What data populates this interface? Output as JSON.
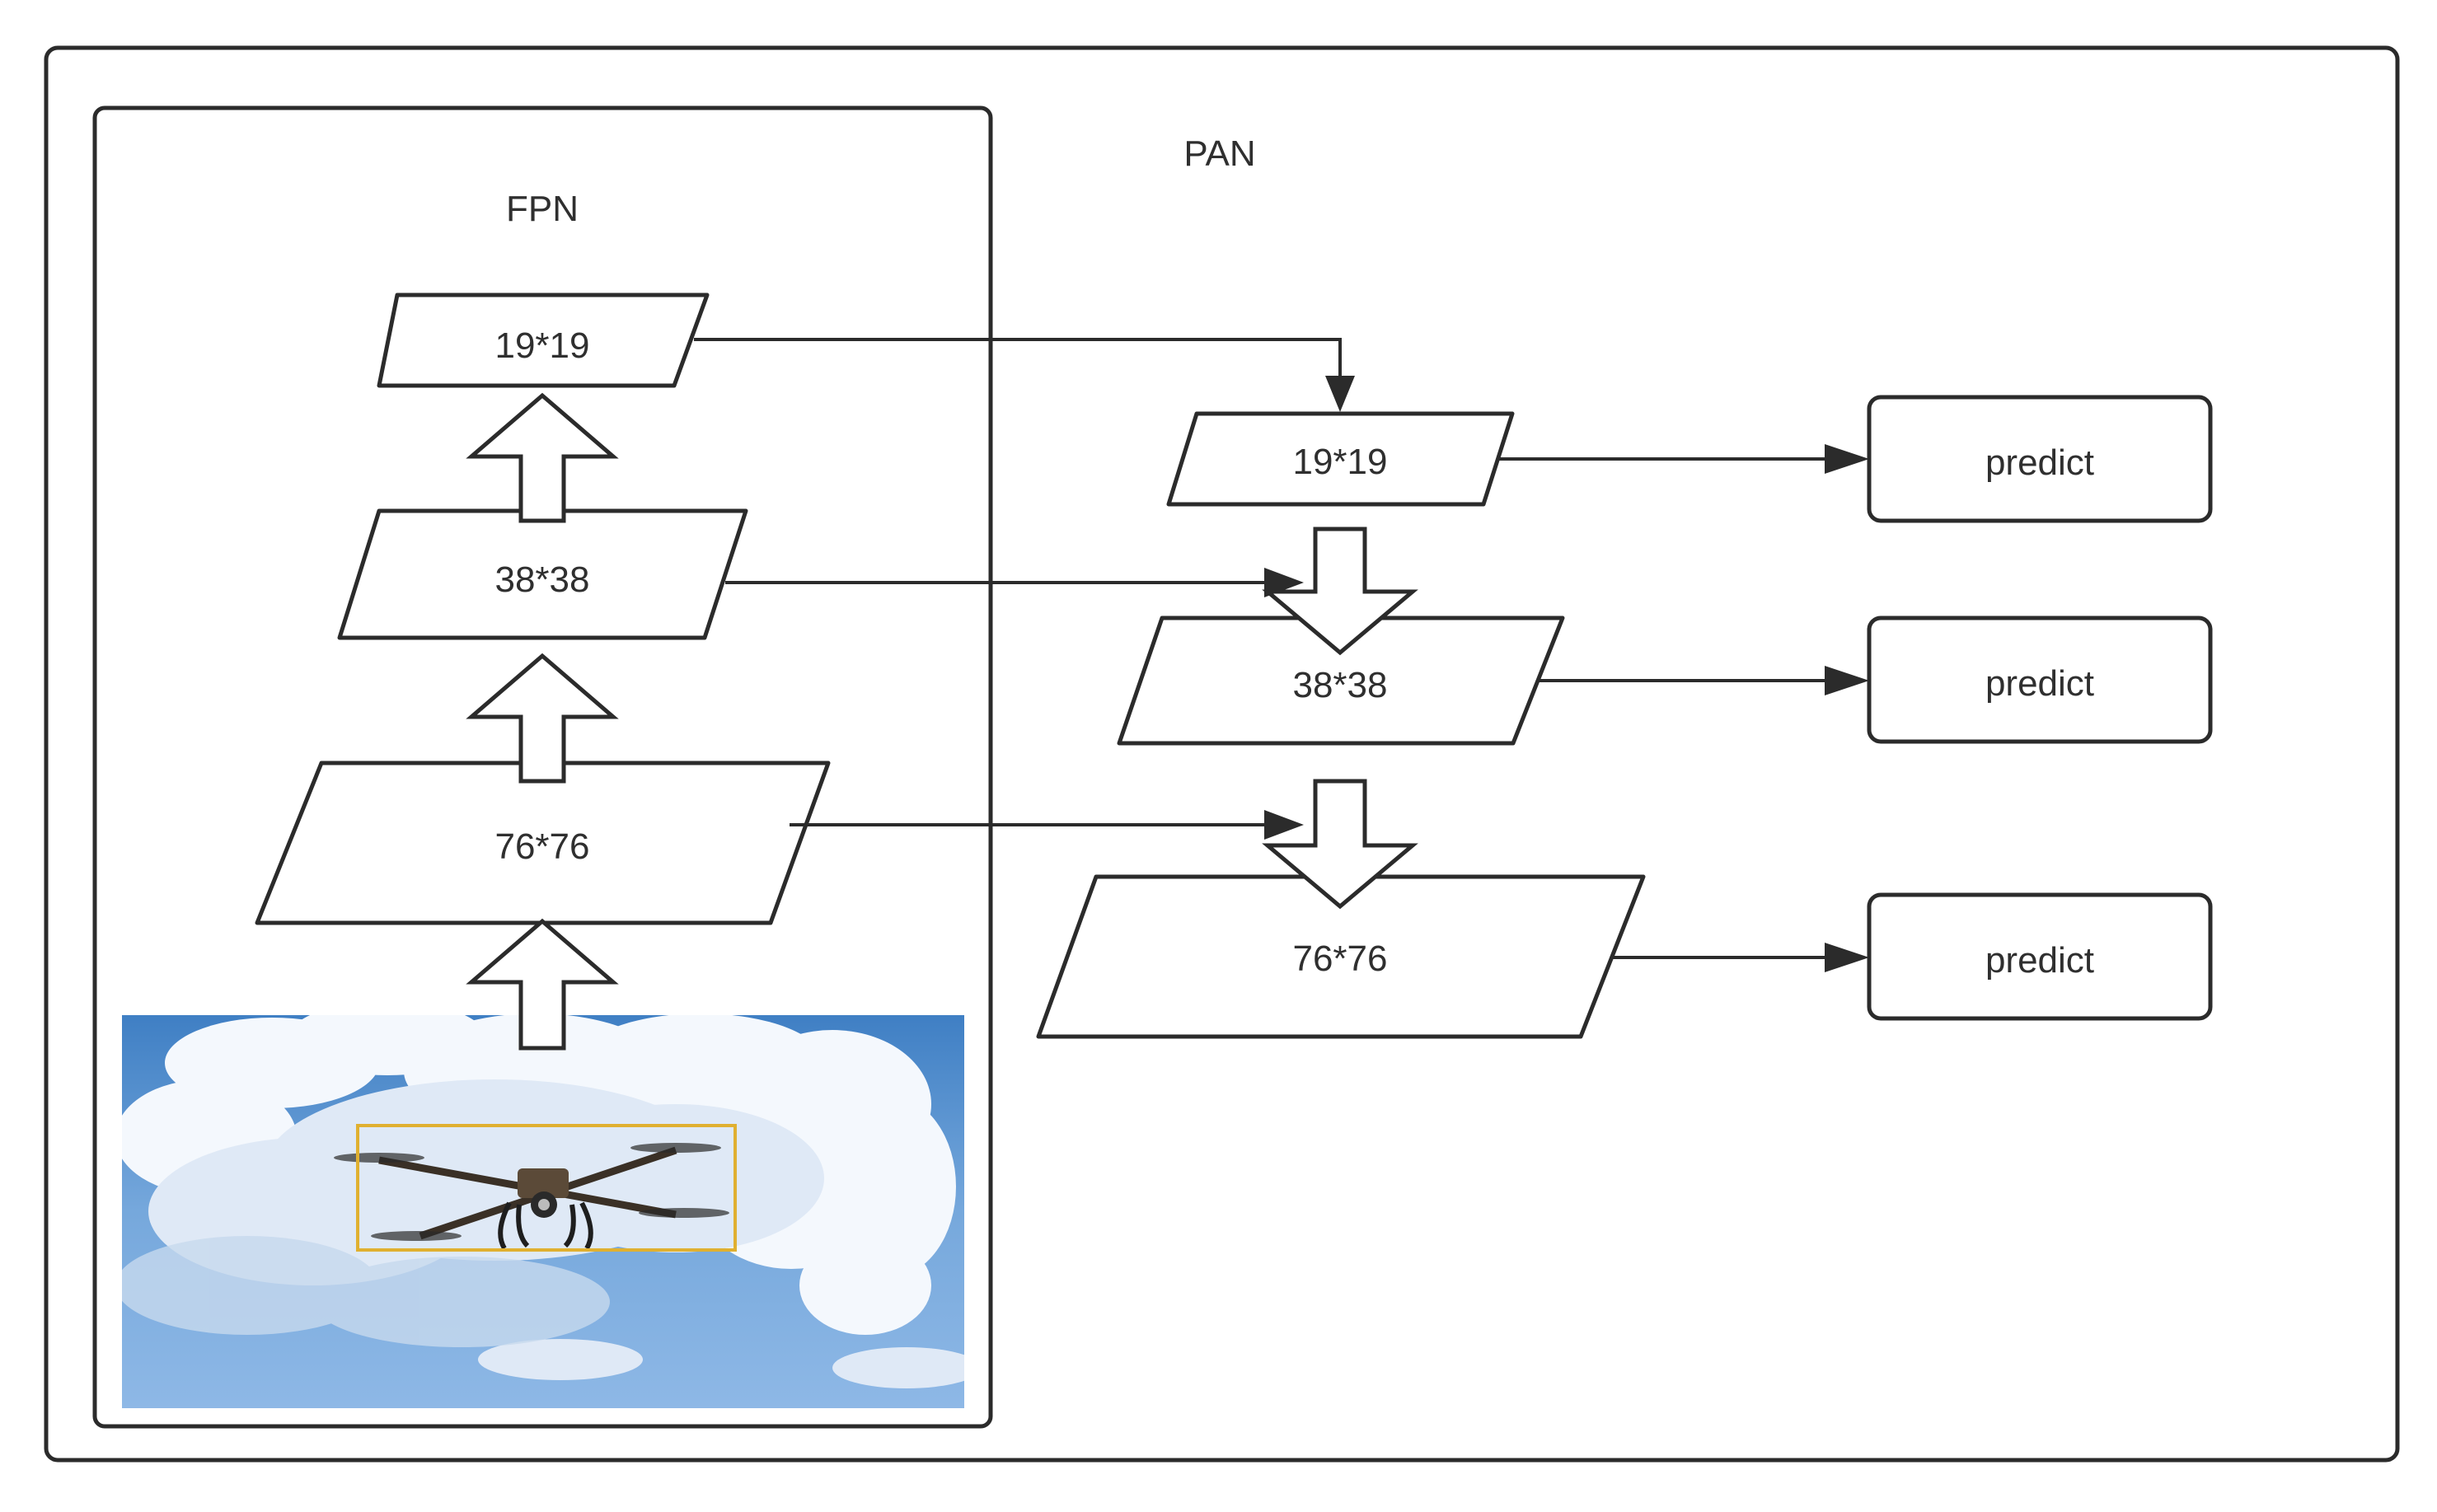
{
  "pan": {
    "title": "PAN"
  },
  "fpn": {
    "title": "FPN",
    "levels": [
      {
        "label": "19*19"
      },
      {
        "label": "38*38"
      },
      {
        "label": "76*76"
      }
    ]
  },
  "pan_levels": [
    {
      "label": "19*19",
      "output": "predict"
    },
    {
      "label": "38*38",
      "output": "predict"
    },
    {
      "label": "76*76",
      "output": "predict"
    }
  ],
  "input_image": {
    "content": "drone photo against blue sky with clouds",
    "box_color": "#e0b030"
  },
  "colors": {
    "stroke": "#2b2b2b",
    "background": "#ffffff"
  }
}
